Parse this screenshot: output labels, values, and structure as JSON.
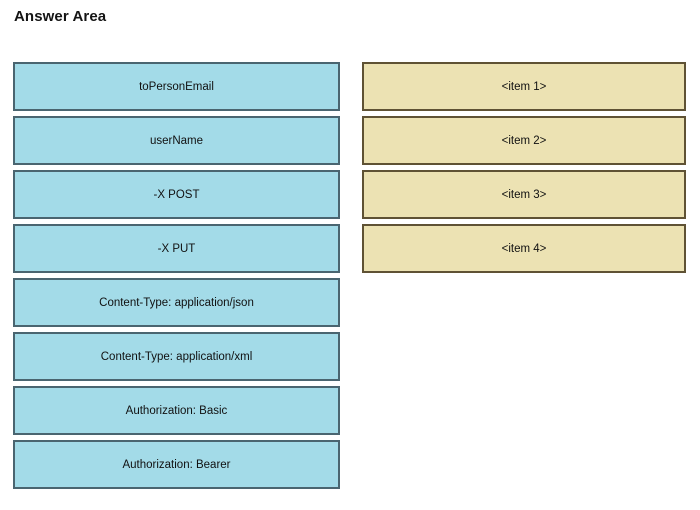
{
  "page": {
    "title": "Answer Area",
    "background_color": "#ffffff"
  },
  "colors": {
    "source_fill": "#a3dbe8",
    "source_border": "#4a6570",
    "target_fill": "#ece2b3",
    "target_border": "#5f5234",
    "text": "#111111"
  },
  "source_column": {
    "name": "draggable-options",
    "items": [
      {
        "label": "toPersonEmail"
      },
      {
        "label": "userName"
      },
      {
        "label": "-X POST"
      },
      {
        "label": "-X PUT"
      },
      {
        "label": "Content-Type: application/json"
      },
      {
        "label": "Content-Type: application/xml"
      },
      {
        "label": "Authorization: Basic"
      },
      {
        "label": "Authorization: Bearer"
      }
    ]
  },
  "target_column": {
    "name": "drop-targets",
    "items": [
      {
        "label": "<item 1>"
      },
      {
        "label": "<item 2>"
      },
      {
        "label": "<item 3>"
      },
      {
        "label": "<item 4>"
      }
    ]
  }
}
